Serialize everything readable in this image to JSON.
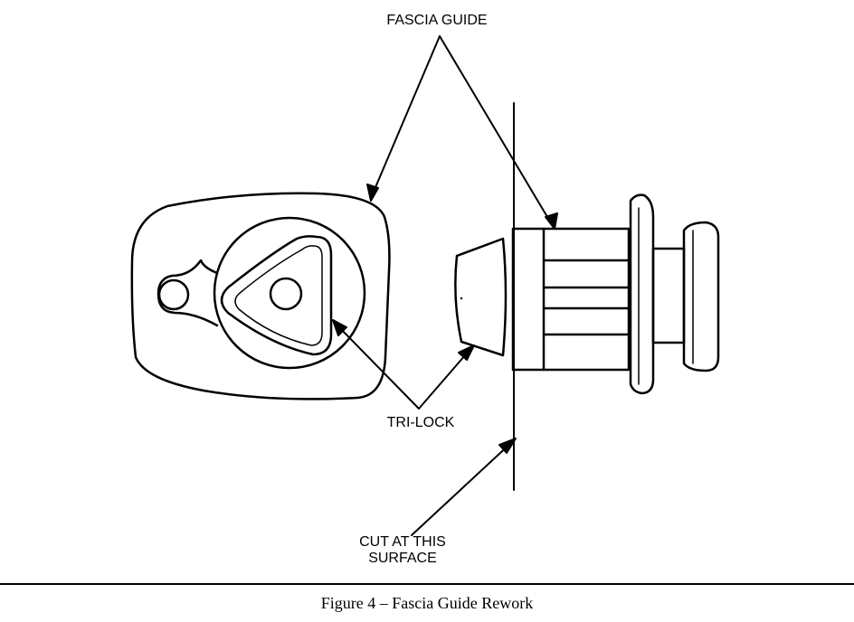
{
  "labels": {
    "fascia_guide": "FASCIA GUIDE",
    "tri_lock": "TRI-LOCK",
    "cut_line1": "CUT AT THIS",
    "cut_line2": "SURFACE"
  },
  "caption": "Figure 4 – Fascia Guide Rework",
  "colors": {
    "ink": "#000000",
    "paper": "#ffffff"
  }
}
